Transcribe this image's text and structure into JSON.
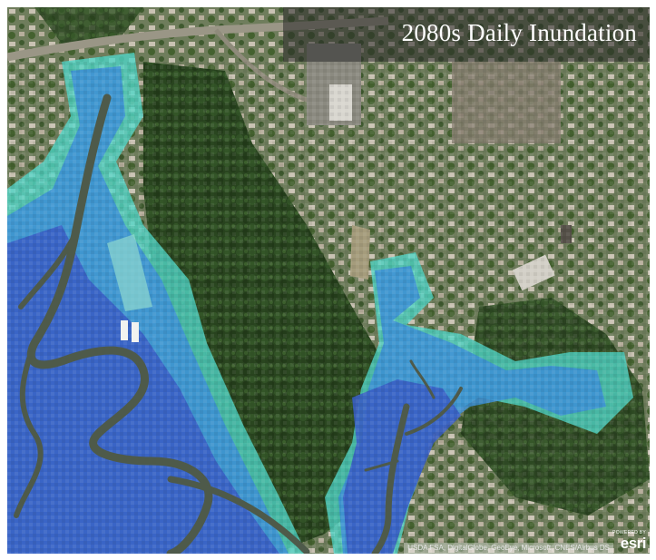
{
  "map": {
    "title": "2080s Daily Inundation",
    "attribution": "USDA FSA, DigitalGlobe, GeoEye, Microsoft, CNES/Airbus DS",
    "logo": {
      "powered_by": "POWERED BY",
      "brand": "esri"
    },
    "colors": {
      "deep_inundation": "#3a5fc4",
      "medium_inundation": "#3d8fd6",
      "shallow_inundation": "#4fd6c8",
      "river_channel": "#4e5a4a",
      "forest": "#2c4a22",
      "suburban": "#7c8a68"
    }
  }
}
